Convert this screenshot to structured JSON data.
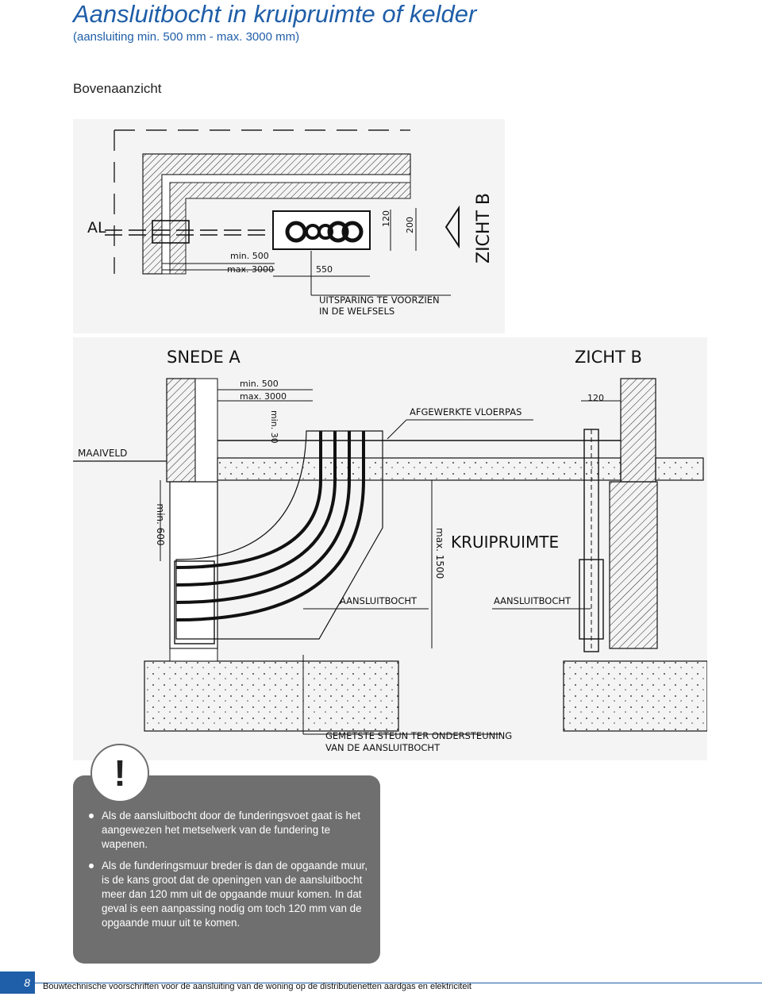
{
  "header": {
    "title": "Aansluitbocht in kruipruimte of kelder",
    "subtitle": "(aansluiting min. 500 mm - max. 3000 mm)",
    "section": "Bovenaanzicht"
  },
  "top_view": {
    "label_al": "AL",
    "dim_min": "min. 500",
    "dim_max": "max. 3000",
    "dim_550": "550",
    "dim_120": "120",
    "dim_200": "200",
    "zicht_b": "ZICHT B",
    "uitsparing_1": "UITSPARING TE VOORZIEN",
    "uitsparing_2": "IN DE WELFSELS"
  },
  "section_view": {
    "snede_a": "SNEDE A",
    "zicht_b": "ZICHT B",
    "dim_min": "min. 500",
    "dim_max": "max. 3000",
    "dim_min30": "min. 30",
    "dim_120": "120",
    "afgewerkte": "AFGEWERKTE VLOERPAS",
    "maaiveld": "MAAIVELD",
    "min600": "min. 600",
    "max1500": "max. 1500",
    "kruipruimte": "KRUIPRUIMTE",
    "aansluitbocht_left": "AANSLUITBOCHT",
    "aansluitbocht_right": "AANSLUITBOCHT",
    "gemetste_1": "GEMETSTE STEUN TER ONDERSTEUNING",
    "gemetste_2": "VAN DE AANSLUITBOCHT"
  },
  "note": {
    "mark": "!",
    "bullets": [
      "Als de aansluitbocht door de funderingsvoet gaat is het aangewezen het metselwerk van de fundering te wapenen.",
      "Als de funderingsmuur breder is dan de opgaande muur, is de kans groot dat de openingen van de aansluitbocht meer dan 120 mm uit de opgaande muur komen. In dat geval is een aanpassing nodig om toch 120 mm van de opgaande muur uit te komen."
    ]
  },
  "footer": {
    "page_number": "8",
    "text": "Bouwtechnische voorschriften voor de aansluiting van de woning op de distributienetten aardgas en elektriciteit"
  }
}
